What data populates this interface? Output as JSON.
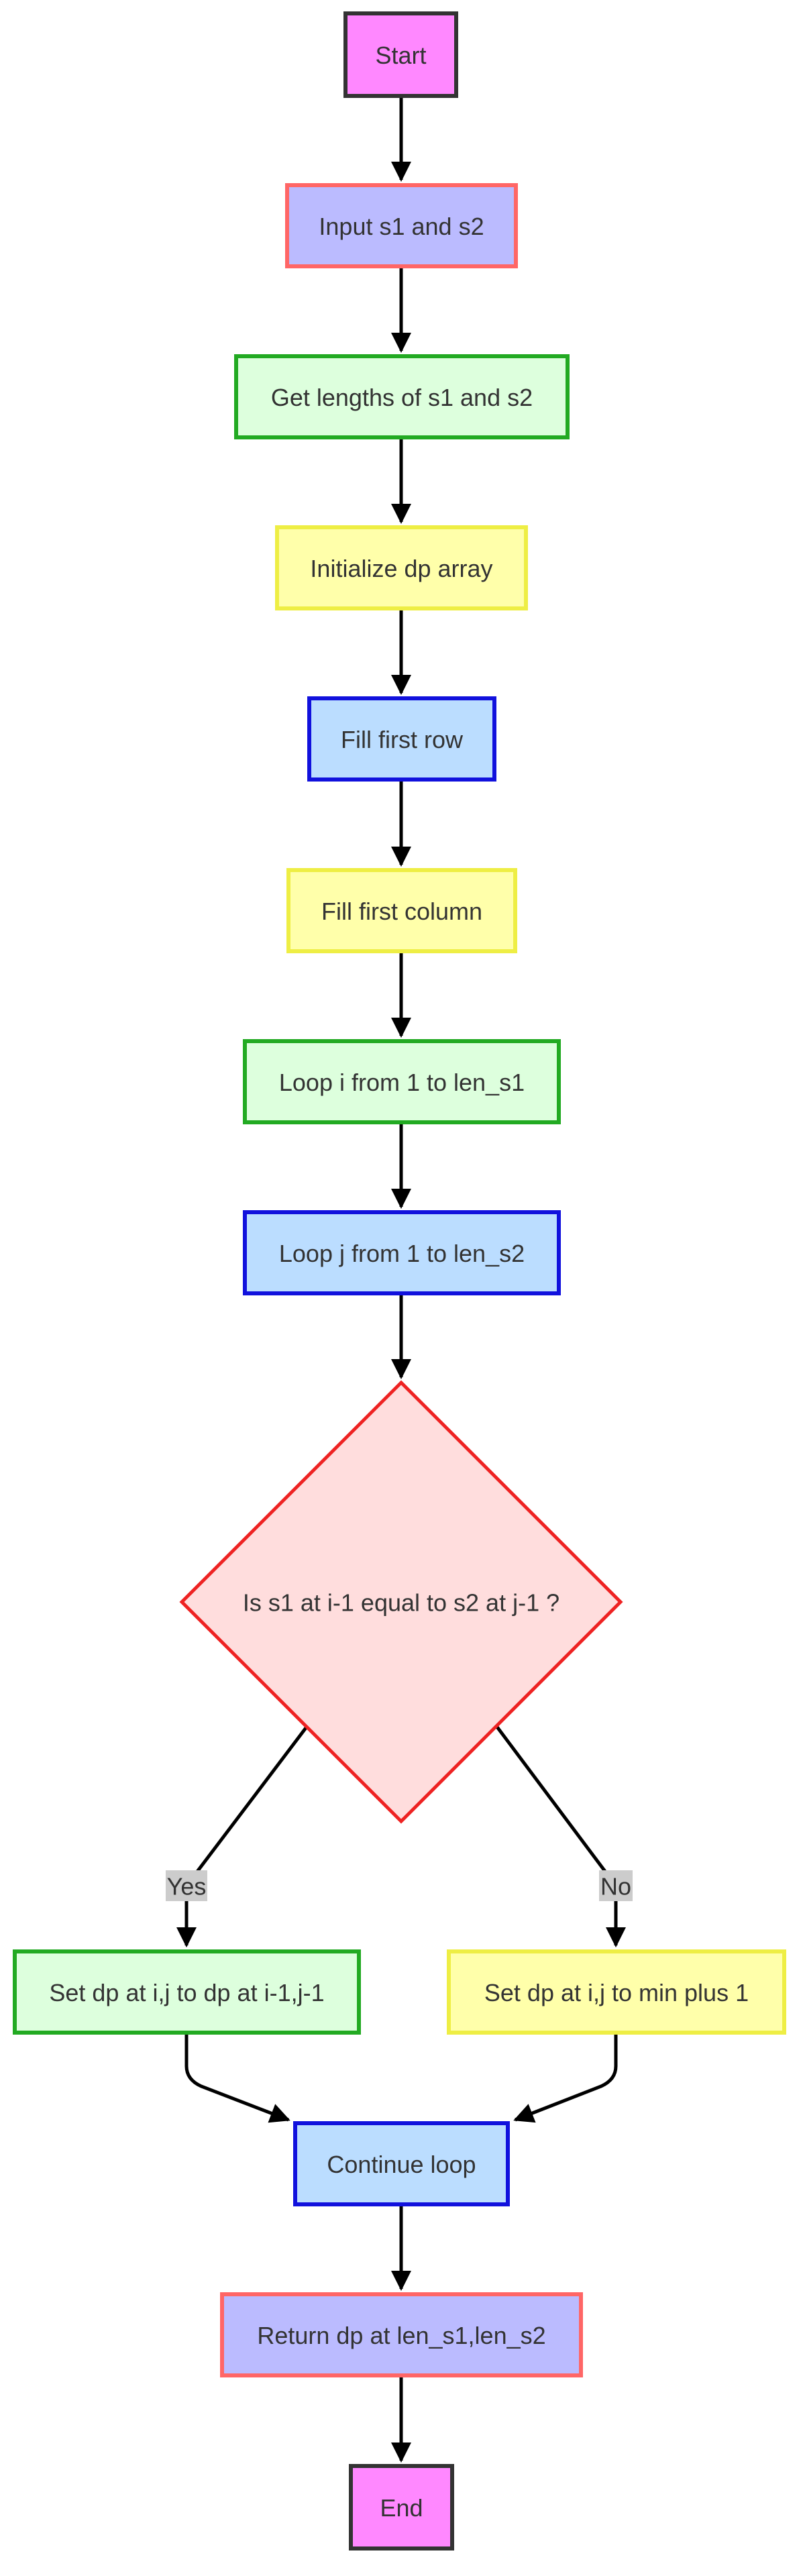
{
  "nodes": [
    {
      "id": "start",
      "label": "Start",
      "shape": "rect",
      "fill": "#ff88ff",
      "stroke": "#333333"
    },
    {
      "id": "input",
      "label": "Input s1 and s2",
      "shape": "rect",
      "fill": "#bbbbff",
      "stroke": "#ff6666"
    },
    {
      "id": "lengths",
      "label": "Get lengths of s1 and s2",
      "shape": "rect",
      "fill": "#ddffdd",
      "stroke": "#22aa22"
    },
    {
      "id": "init",
      "label": "Initialize dp array",
      "shape": "rect",
      "fill": "#ffffaa",
      "stroke": "#eeee44"
    },
    {
      "id": "fill-row",
      "label": "Fill first row",
      "shape": "rect",
      "fill": "#bbddff",
      "stroke": "#1111dd"
    },
    {
      "id": "fill-col",
      "label": "Fill first column",
      "shape": "rect",
      "fill": "#ffffaa",
      "stroke": "#eeee44"
    },
    {
      "id": "loop-i",
      "label": "Loop i from 1 to len_s1",
      "shape": "rect",
      "fill": "#ddffdd",
      "stroke": "#22aa22"
    },
    {
      "id": "loop-j",
      "label": "Loop j from 1 to len_s2",
      "shape": "rect",
      "fill": "#bbddff",
      "stroke": "#1111dd"
    },
    {
      "id": "decision",
      "label": "Is s1 at i-1 equal to s2 at j-1 ?",
      "shape": "diamond",
      "fill": "#ffdddd",
      "stroke": "#ee2222"
    },
    {
      "id": "set-diag",
      "label": "Set dp at i,j to dp at i-1,j-1",
      "shape": "rect",
      "fill": "#ddffdd",
      "stroke": "#22aa22"
    },
    {
      "id": "set-min",
      "label": "Set dp at i,j to min plus 1",
      "shape": "rect",
      "fill": "#ffffaa",
      "stroke": "#eeee44"
    },
    {
      "id": "continue",
      "label": "Continue loop",
      "shape": "rect",
      "fill": "#bbddff",
      "stroke": "#1111dd"
    },
    {
      "id": "return",
      "label": "Return dp at len_s1,len_s2",
      "shape": "rect",
      "fill": "#bbbbff",
      "stroke": "#ff6666"
    },
    {
      "id": "end",
      "label": "End",
      "shape": "rect",
      "fill": "#ff88ff",
      "stroke": "#333333"
    }
  ],
  "edges": [
    {
      "from": "start",
      "to": "input",
      "label": ""
    },
    {
      "from": "input",
      "to": "lengths",
      "label": ""
    },
    {
      "from": "lengths",
      "to": "init",
      "label": ""
    },
    {
      "from": "init",
      "to": "fill-row",
      "label": ""
    },
    {
      "from": "fill-row",
      "to": "fill-col",
      "label": ""
    },
    {
      "from": "fill-col",
      "to": "loop-i",
      "label": ""
    },
    {
      "from": "loop-i",
      "to": "loop-j",
      "label": ""
    },
    {
      "from": "loop-j",
      "to": "decision",
      "label": ""
    },
    {
      "from": "decision",
      "to": "set-diag",
      "label": "Yes"
    },
    {
      "from": "decision",
      "to": "set-min",
      "label": "No"
    },
    {
      "from": "set-diag",
      "to": "continue",
      "label": ""
    },
    {
      "from": "set-min",
      "to": "continue",
      "label": ""
    },
    {
      "from": "continue",
      "to": "return",
      "label": ""
    },
    {
      "from": "return",
      "to": "end",
      "label": ""
    }
  ],
  "edge_label_bg": "#cccccc"
}
